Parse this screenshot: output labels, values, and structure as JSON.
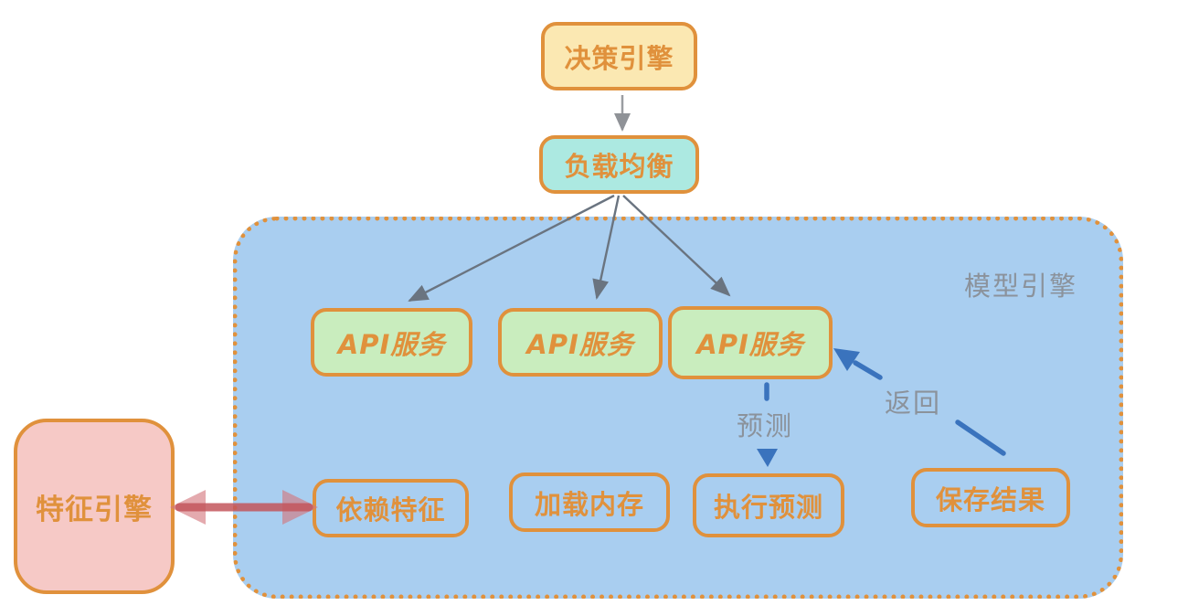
{
  "diagram": {
    "nodes": {
      "decision_engine": {
        "label": "决策引擎"
      },
      "load_balancer": {
        "label": "负载均衡"
      },
      "model_engine": {
        "label": "模型引擎"
      },
      "api_service_1": {
        "label": "API服务"
      },
      "api_service_2": {
        "label": "API服务"
      },
      "api_service_3": {
        "label": "API服务"
      },
      "dependent_features": {
        "label": "依赖特征"
      },
      "load_memory": {
        "label": "加载内存"
      },
      "execute_prediction": {
        "label": "执行预测"
      },
      "save_results": {
        "label": "保存结果"
      },
      "feature_engine": {
        "label": "特征引擎"
      }
    },
    "edge_labels": {
      "predict": "预测",
      "return": "返回"
    },
    "colors": {
      "border_orange": "#E0913C",
      "fill_yellow": "#FBE8B2",
      "fill_cyan": "#ACE9E1",
      "fill_green": "#C9EDBE",
      "fill_container_blue": "#A9CEF0",
      "fill_pink": "#F6C9C6",
      "arrow_gray": "#6A7480",
      "arrow_light_gray": "#9A9DA1",
      "arrow_blue": "#3A73BD",
      "arrow_red": "#C4565C",
      "label_gray": "#8B929B",
      "background": "#FFFFFF"
    }
  }
}
